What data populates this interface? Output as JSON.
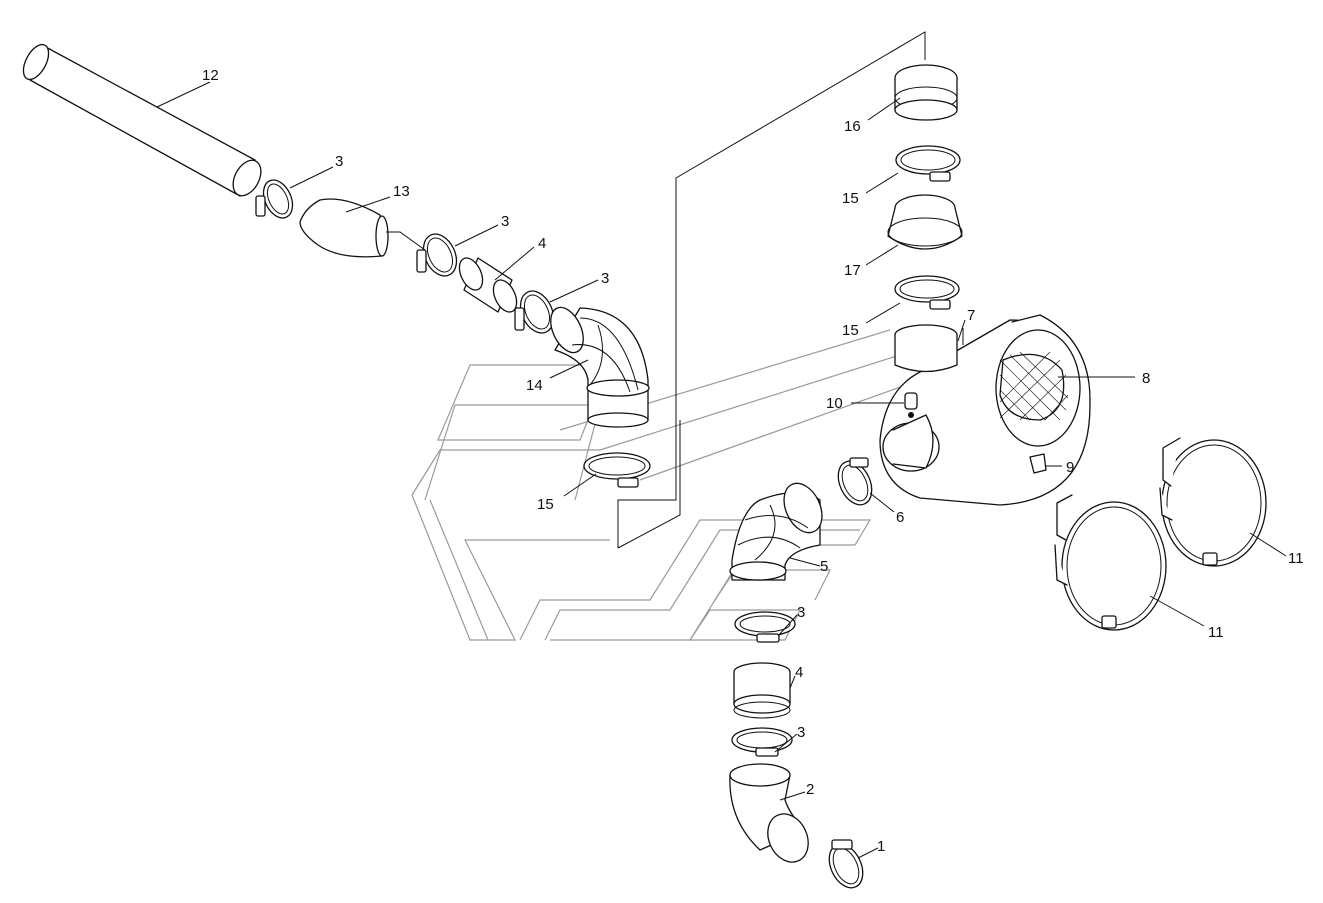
{
  "diagram": {
    "callouts": {
      "c1": "1",
      "c2": "2",
      "c3a": "3",
      "c3b": "3",
      "c3c": "3",
      "c3d": "3",
      "c3e": "3",
      "c4a": "4",
      "c4b": "4",
      "c5": "5",
      "c6": "6",
      "c7": "7",
      "c8": "8",
      "c9": "9",
      "c10": "10",
      "c11a": "11",
      "c11b": "11",
      "c12": "12",
      "c13": "13",
      "c14": "14",
      "c15a": "15",
      "c15b": "15",
      "c15c": "15",
      "c16": "16",
      "c17": "17"
    },
    "colors": {
      "ink": "#111111",
      "ghost_outline": "#9a9a9a",
      "paper": "#ffffff"
    }
  }
}
